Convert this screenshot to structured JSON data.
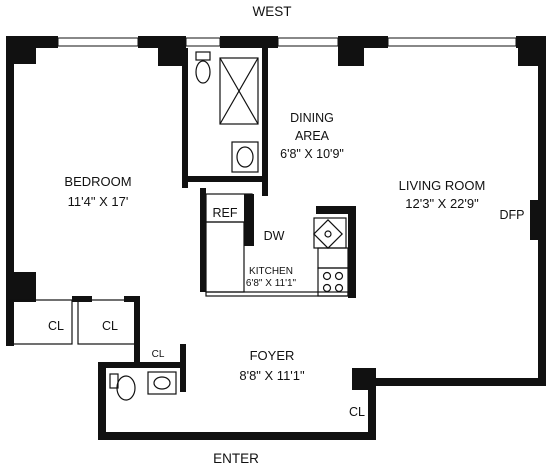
{
  "compass": {
    "top": "WEST",
    "bottom": "ENTER"
  },
  "rooms": {
    "bedroom": {
      "name": "BEDROOM",
      "size": "11'4\" X 17'"
    },
    "dining": {
      "name_line1": "DINING",
      "name_line2": "AREA",
      "size": "6'8\" X 10'9\""
    },
    "living": {
      "name": "LIVING ROOM",
      "size": "12'3\" X 22'9\""
    },
    "kitchen": {
      "name": "KITCHEN",
      "size": "6'8\" X 11'1\""
    },
    "foyer": {
      "name": "FOYER",
      "size": "8'8\" X 11'1\""
    }
  },
  "fixtures": {
    "ref": "REF",
    "dw": "DW",
    "dfp": "DFP",
    "closets": [
      "CL",
      "CL",
      "CL",
      "CL"
    ]
  },
  "colors": {
    "wall": "#111111",
    "background": "#ffffff"
  }
}
